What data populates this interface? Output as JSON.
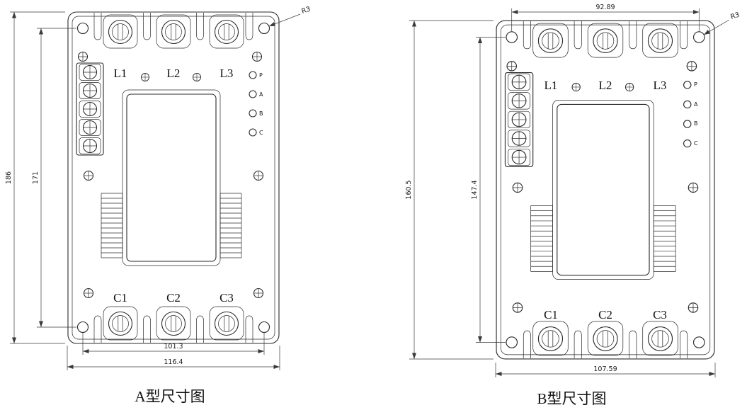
{
  "figures": {
    "a": {
      "caption": "A型尺寸图",
      "terminals_top": [
        "L1",
        "L2",
        "L3"
      ],
      "terminals_bottom": [
        "C1",
        "C2",
        "C3"
      ],
      "leds": [
        "P",
        "A",
        "B",
        "C"
      ],
      "dims": {
        "overall_height": "186",
        "hole_span_height": "171",
        "hole_span_width": "101.3",
        "overall_width": "116.4",
        "corner_radius": "R3"
      }
    },
    "b": {
      "caption": "B型尺寸图",
      "terminals_top": [
        "L1",
        "L2",
        "L3"
      ],
      "terminals_bottom": [
        "C1",
        "C2",
        "C3"
      ],
      "leds": [
        "P",
        "A",
        "B",
        "C"
      ],
      "dims": {
        "overall_height": "160.5",
        "hole_span_height": "147.4",
        "hole_span_width": "92.89",
        "overall_width": "107.59",
        "corner_radius": "R3"
      }
    }
  }
}
